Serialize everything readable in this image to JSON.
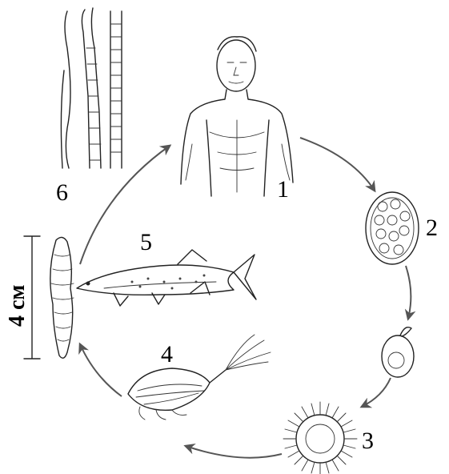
{
  "labels": {
    "stage_1": "1",
    "stage_2": "2",
    "stage_3": "3",
    "stage_4": "4",
    "stage_5": "5",
    "stage_6": "6"
  },
  "scale": {
    "text": "4 см"
  },
  "icons": {
    "human": "human-host-icon",
    "egg": "egg-icon",
    "hatching_egg": "hatching-egg-icon",
    "coracidium": "coracidium-icon",
    "copepod": "copepod-icon",
    "pike": "pike-fish-icon",
    "plerocercoid": "plerocercoid-larva-icon",
    "tapeworm": "tapeworm-strobila-icon"
  }
}
